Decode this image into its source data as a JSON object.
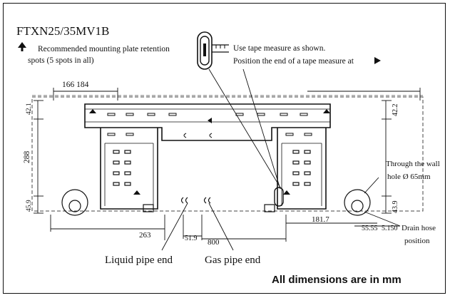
{
  "title": "FTXN25/35MV1B",
  "legend": {
    "retention_line1": "Recommended mounting plate retention",
    "retention_line2": "spots (5 spots in all)",
    "tape_line1": "Use tape measure as shown.",
    "tape_line2": "Position the end  of a tape measure at"
  },
  "dimensions": {
    "top_left": "166 184",
    "left_small": "42.1",
    "left_height": "288",
    "left_bottom": "45.9",
    "right_top": "42.2",
    "right_bottom": "43.9",
    "bottom_263": "263",
    "bottom_519": "51.9",
    "bottom_800": "800",
    "bottom_1817": "181.7",
    "bottom_right": "55.55",
    "bottom_right2": "5.150"
  },
  "labels": {
    "through_wall_1": "Through the wall",
    "through_wall_2": "hole Ø 65mm",
    "drain_hose_1": "Drain hose",
    "drain_hose_2": "position",
    "liquid_pipe": "Liquid pipe end",
    "gas_pipe": "Gas pipe end"
  },
  "footer": "All dimensions are in mm",
  "colors": {
    "line": "#111111",
    "background": "#ffffff"
  },
  "icons": {
    "retention_marker": "up-arrow-icon",
    "tape_marker": "right-triangle-icon",
    "tape_measure": "tape-measure-icon"
  }
}
